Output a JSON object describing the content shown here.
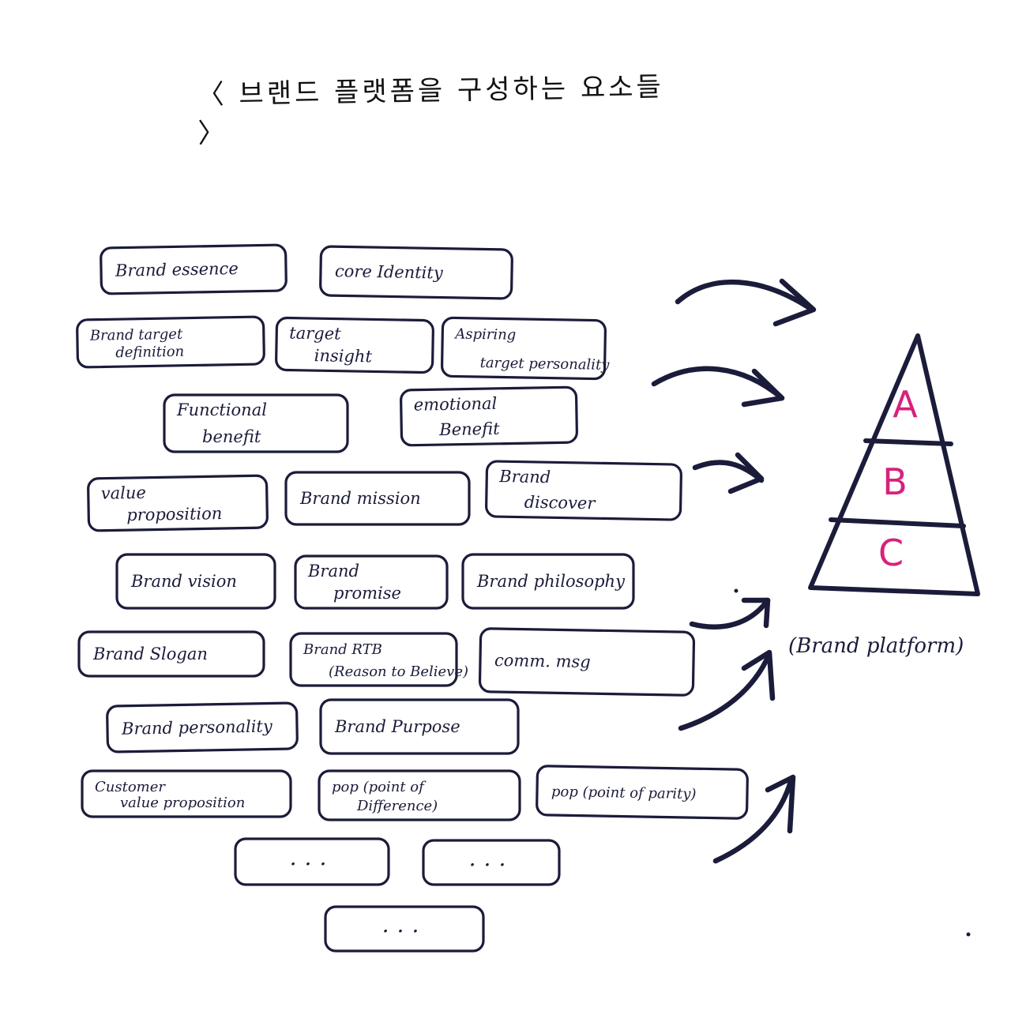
{
  "title": "〈 브랜드 플랫폼을 구성하는 요소들 〉",
  "elements": [
    {
      "id": "brand-essence",
      "lines": [
        "Brand essence"
      ]
    },
    {
      "id": "core-identity",
      "lines": [
        "core Identity"
      ]
    },
    {
      "id": "brand-target-definition",
      "lines": [
        "Brand target",
        "definition"
      ]
    },
    {
      "id": "target-insight",
      "lines": [
        "target",
        "insight"
      ]
    },
    {
      "id": "aspiring-target-personality",
      "lines": [
        "Aspiring",
        "target personality"
      ]
    },
    {
      "id": "functional-benefit",
      "lines": [
        "Functional",
        "benefit"
      ]
    },
    {
      "id": "emotional-benefit",
      "lines": [
        "emotional",
        "Benefit"
      ]
    },
    {
      "id": "value-proposition",
      "lines": [
        "value",
        "proposition"
      ]
    },
    {
      "id": "brand-mission",
      "lines": [
        "Brand mission"
      ]
    },
    {
      "id": "brand-discover",
      "lines": [
        "Brand",
        "discover"
      ]
    },
    {
      "id": "brand-vision",
      "lines": [
        "Brand vision"
      ]
    },
    {
      "id": "brand-promise",
      "lines": [
        "Brand",
        "promise"
      ]
    },
    {
      "id": "brand-philosophy",
      "lines": [
        "Brand philosophy"
      ]
    },
    {
      "id": "brand-slogan",
      "lines": [
        "Brand Slogan"
      ]
    },
    {
      "id": "brand-rtb",
      "lines": [
        "Brand RTB",
        "(Reason to Believe)"
      ]
    },
    {
      "id": "comm-msg",
      "lines": [
        "comm. msg"
      ]
    },
    {
      "id": "brand-personality",
      "lines": [
        "Brand personality"
      ]
    },
    {
      "id": "brand-purpose",
      "lines": [
        "Brand Purpose"
      ]
    },
    {
      "id": "customer-value-proposition",
      "lines": [
        "Customer",
        "value proposition"
      ]
    },
    {
      "id": "pod",
      "lines": [
        "pop (point of",
        "Difference)"
      ]
    },
    {
      "id": "pop",
      "lines": [
        "pop (point of parity)"
      ]
    },
    {
      "id": "more-1",
      "lines": [
        "..."
      ]
    },
    {
      "id": "more-2",
      "lines": [
        "..."
      ]
    },
    {
      "id": "more-3",
      "lines": [
        "..."
      ]
    }
  ],
  "pyramid": {
    "tiers": [
      "A",
      "B",
      "C"
    ],
    "label": "(Brand platform)",
    "tier_color": "#d6227d",
    "ink_color": "#1b1c3a"
  }
}
